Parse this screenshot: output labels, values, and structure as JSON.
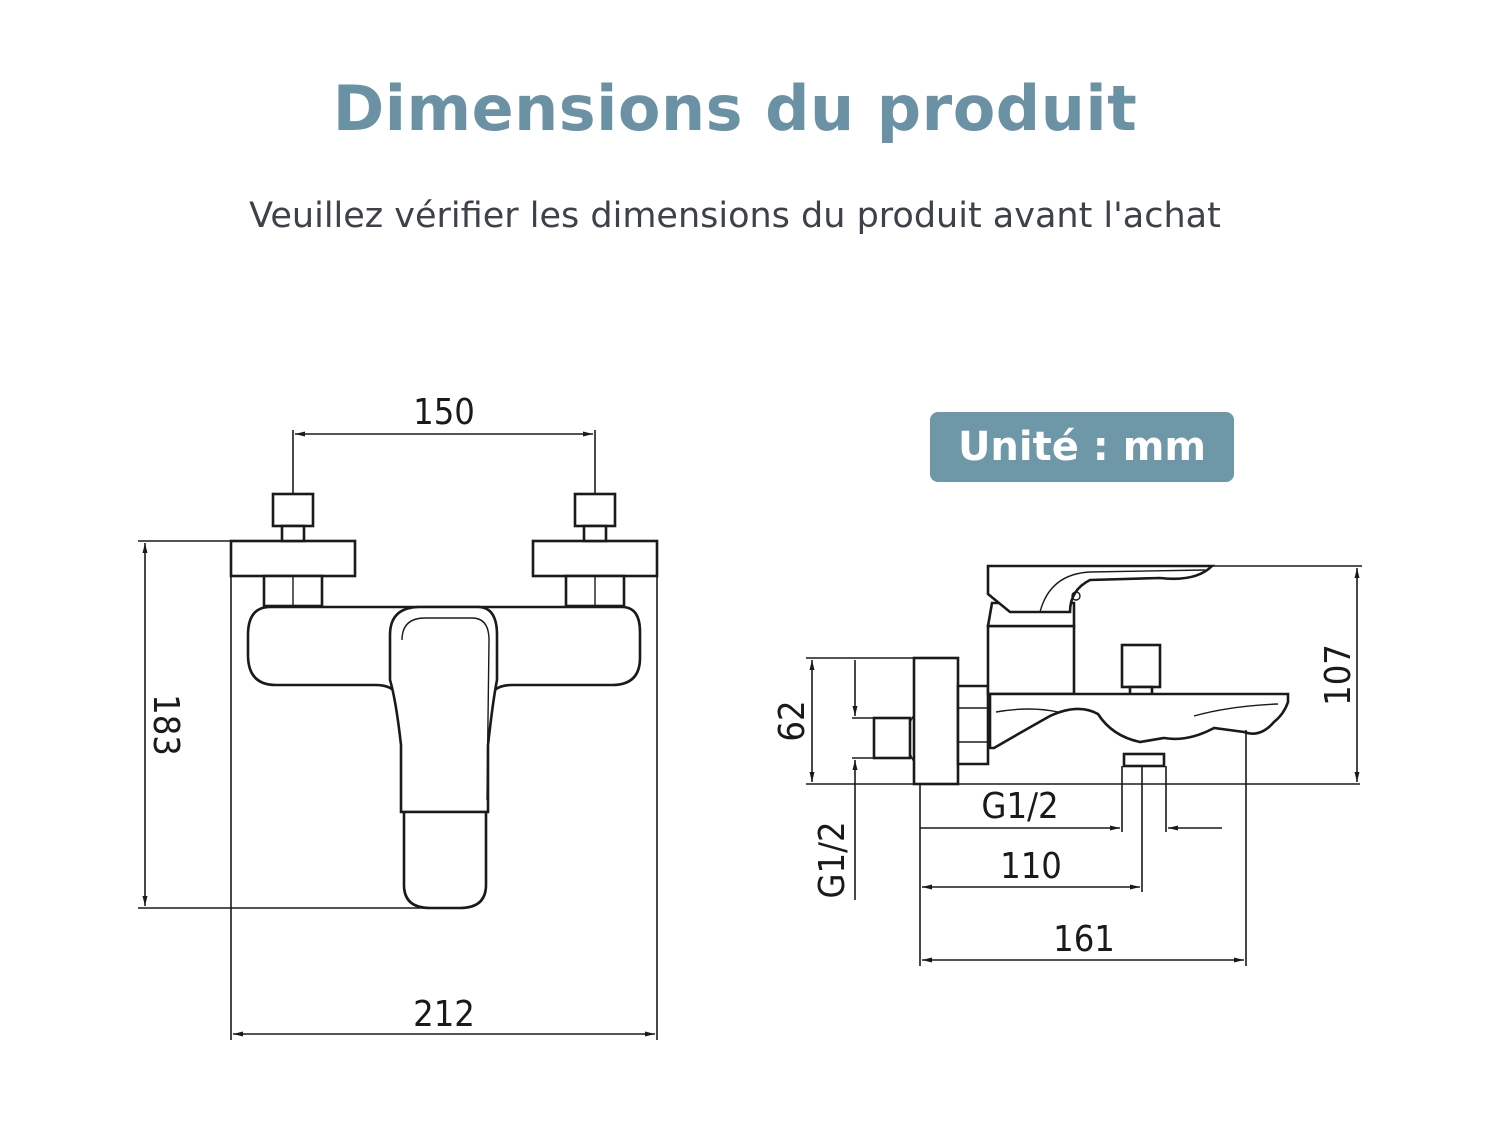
{
  "header": {
    "title": "Dimensions du produit",
    "subtitle": "Veuillez vérifier les dimensions du produit avant l'achat"
  },
  "unit_badge": {
    "label": "Unité : mm"
  },
  "front_view": {
    "inlet_spacing": "150",
    "height": "183",
    "width": "212"
  },
  "side_view": {
    "wall_depth": "62",
    "total_height": "107",
    "outlet_thread": "G1/2",
    "inlet_thread": "G1/2",
    "outlet_distance": "110",
    "spout_length": "161"
  },
  "colors": {
    "title": "#6a92a4",
    "badge": "#6e97a8",
    "line": "#1a1a1a"
  }
}
